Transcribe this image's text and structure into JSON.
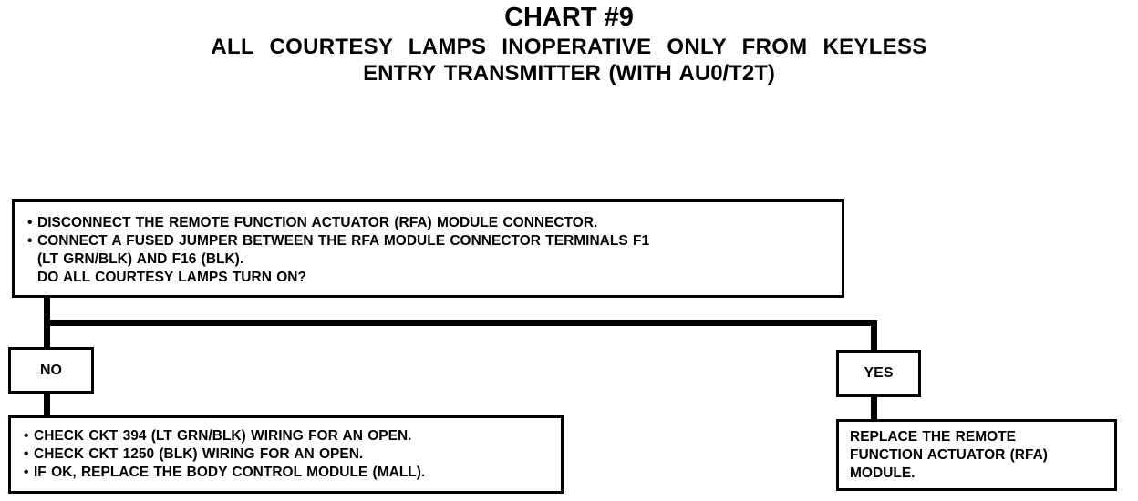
{
  "header": {
    "chart_title": "CHART #9",
    "subtitle_line1": "ALL COURTESY LAMPS INOPERATIVE ONLY FROM KEYLESS",
    "subtitle_line2": "ENTRY TRANSMITTER (WITH AU0/T2T)"
  },
  "question": {
    "bullet1": "DISCONNECT THE REMOTE FUNCTION ACTUATOR (RFA) MODULE CONNECTOR.",
    "bullet2_line1": "CONNECT A FUSED JUMPER BETWEEN THE RFA MODULE CONNECTOR TERMINALS F1",
    "bullet2_line2": "(LT GRN/BLK) AND F16 (BLK).",
    "prompt": "DO ALL COURTESY LAMPS TURN ON?"
  },
  "branches": {
    "no_label": "NO",
    "yes_label": "YES"
  },
  "no_action": {
    "items": [
      "CHECK CKT 394 (LT GRN/BLK) WIRING FOR AN OPEN.",
      "CHECK CKT 1250 (BLK) WIRING FOR AN OPEN.",
      "IF OK, REPLACE THE BODY CONTROL MODULE (MALL)."
    ]
  },
  "yes_action": {
    "lines": [
      "REPLACE THE REMOTE",
      "FUNCTION ACTUATOR (RFA)",
      "MODULE."
    ]
  }
}
